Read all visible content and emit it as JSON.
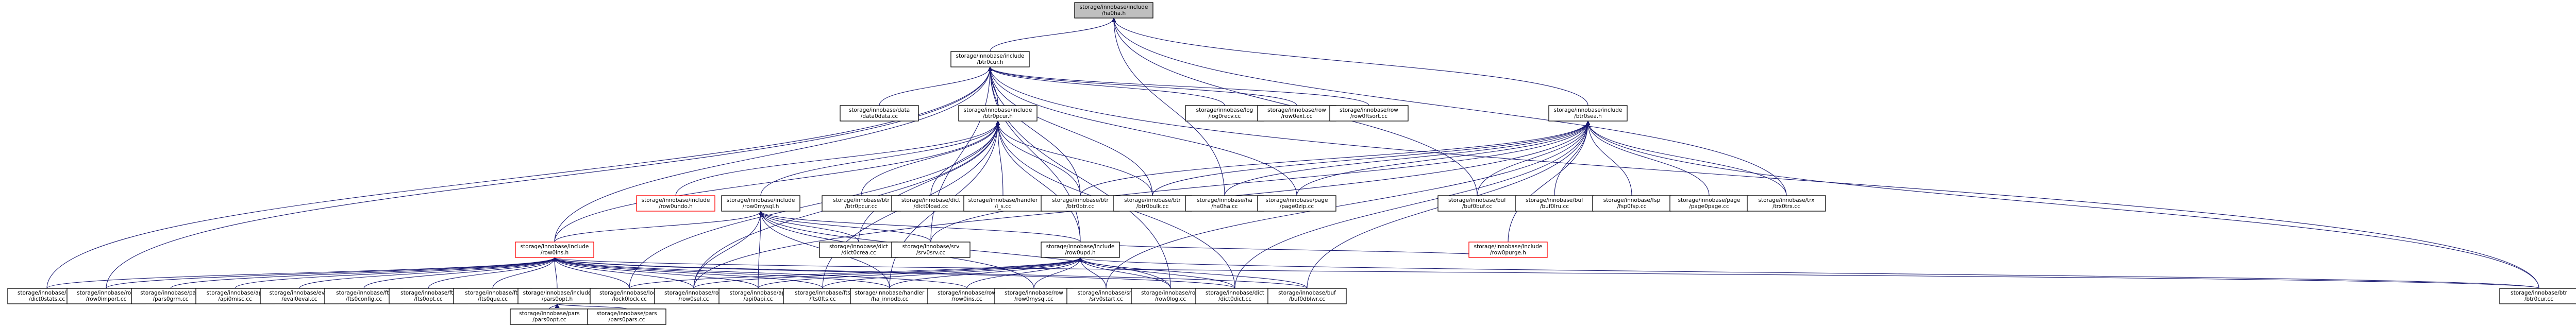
{
  "colors": {
    "edge": "#191970",
    "root_fill": "#bfbfbf",
    "node_fill": "#ffffff",
    "node_border": "#000000",
    "highlight_border": "#ff0000"
  },
  "nodes": [
    {
      "id": "hahash",
      "lines": [
        "storage/innobase/include",
        "/ha0ha.h"
      ],
      "root": true
    },
    {
      "id": "buf0buf",
      "lines": [
        "storage/innobase/include",
        "/btr0cur.h"
      ]
    },
    {
      "id": "btr0pcur",
      "lines": [
        "storage/innobase/include",
        "/btr0pcur.h"
      ]
    },
    {
      "id": "dataset",
      "lines": [
        "storage/innobase/data",
        "/data0data.cc"
      ]
    },
    {
      "id": "log0recv",
      "lines": [
        "storage/innobase/log",
        "/log0recv.cc"
      ]
    },
    {
      "id": "row0ext",
      "lines": [
        "storage/innobase/row",
        "/row0ext.cc"
      ]
    },
    {
      "id": "row0mysql_cc",
      "lines": [
        "storage/innobase/row",
        "/row0ftsort.cc"
      ]
    },
    {
      "id": "btr0sea",
      "lines": [
        "storage/innobase/include",
        "/btr0sea.h"
      ]
    },
    {
      "id": "row0undo",
      "lines": [
        "storage/innobase/include",
        "/row0undo.h"
      ],
      "red": true
    },
    {
      "id": "row0mysql_h",
      "lines": [
        "storage/innobase/include",
        "/row0mysql.h"
      ]
    },
    {
      "id": "btr0pcur_cc",
      "lines": [
        "storage/innobase/btr",
        "/btr0pcur.cc"
      ]
    },
    {
      "id": "dict0load",
      "lines": [
        "storage/innobase/dict",
        "/dict0load.cc"
      ]
    },
    {
      "id": "handler_i_s",
      "lines": [
        "storage/innobase/handler",
        "/i_s.cc"
      ]
    },
    {
      "id": "btr0btr",
      "lines": [
        "storage/innobase/btr",
        "/btr0btr.cc"
      ]
    },
    {
      "id": "btr0bulk",
      "lines": [
        "storage/innobase/btr",
        "/btr0bulk.cc"
      ]
    },
    {
      "id": "ha0ha",
      "lines": [
        "storage/innobase/ha",
        "/ha0ha.cc"
      ]
    },
    {
      "id": "page0zip",
      "lines": [
        "storage/innobase/page",
        "/page0zip.cc"
      ]
    },
    {
      "id": "buf0buf_cc",
      "lines": [
        "storage/innobase/buf",
        "/buf0buf.cc"
      ]
    },
    {
      "id": "buf0lru",
      "lines": [
        "storage/innobase/buf",
        "/buf0lru.cc"
      ]
    },
    {
      "id": "fsp0fsp",
      "lines": [
        "storage/innobase/fsp",
        "/fsp0fsp.cc"
      ]
    },
    {
      "id": "page0page",
      "lines": [
        "storage/innobase/page",
        "/page0page.cc"
      ]
    },
    {
      "id": "trx0trx",
      "lines": [
        "storage/innobase/trx",
        "/trx0trx.cc"
      ]
    },
    {
      "id": "row0ins",
      "lines": [
        "storage/innobase/include",
        "/row0ins.h"
      ],
      "red": true
    },
    {
      "id": "dict0crea",
      "lines": [
        "storage/innobase/dict",
        "/dict0crea.cc"
      ]
    },
    {
      "id": "srv0srv",
      "lines": [
        "storage/innobase/srv",
        "/srv0srv.cc"
      ]
    },
    {
      "id": "row0upd",
      "lines": [
        "storage/innobase/include",
        "/row0upd.h"
      ]
    },
    {
      "id": "row0purge",
      "lines": [
        "storage/innobase/include",
        "/row0purge.h"
      ],
      "red": true
    },
    {
      "id": "dict0stats",
      "lines": [
        "storage/innobase/dict",
        "/dict0stats.cc"
      ]
    },
    {
      "id": "row0import",
      "lines": [
        "storage/innobase/row",
        "/row0import.cc"
      ]
    },
    {
      "id": "pars0grm",
      "lines": [
        "storage/innobase/pars",
        "/pars0grm.cc"
      ]
    },
    {
      "id": "api0misc",
      "lines": [
        "storage/innobase/api",
        "/api0misc.cc"
      ]
    },
    {
      "id": "eval0eval",
      "lines": [
        "storage/innobase/eval",
        "/eval0eval.cc"
      ]
    },
    {
      "id": "fts0config",
      "lines": [
        "storage/innobase/fts",
        "/fts0config.cc"
      ]
    },
    {
      "id": "fts0opt",
      "lines": [
        "storage/innobase/fts",
        "/fts0opt.cc"
      ]
    },
    {
      "id": "fts0que",
      "lines": [
        "storage/innobase/fts",
        "/fts0que.cc"
      ]
    },
    {
      "id": "pars0opt_h",
      "lines": [
        "storage/innobase/include",
        "/pars0opt.h"
      ]
    },
    {
      "id": "lock0lock",
      "lines": [
        "storage/innobase/lock",
        "/lock0lock.cc"
      ]
    },
    {
      "id": "row0sel",
      "lines": [
        "storage/innobase/row",
        "/row0sel.cc"
      ]
    },
    {
      "id": "api0api",
      "lines": [
        "storage/innobase/api",
        "/api0api.cc"
      ]
    },
    {
      "id": "fts0fts",
      "lines": [
        "storage/innobase/fts",
        "/fts0fts.cc"
      ]
    },
    {
      "id": "ha_innodb",
      "lines": [
        "storage/innobase/handler",
        "/ha_innodb.cc"
      ]
    },
    {
      "id": "row0ins_cc",
      "lines": [
        "storage/innobase/row",
        "/row0ins.cc"
      ]
    },
    {
      "id": "row0mysql2",
      "lines": [
        "storage/innobase/row",
        "/row0mysql.cc"
      ]
    },
    {
      "id": "srv0start",
      "lines": [
        "storage/innobase/srv",
        "/srv0start.cc"
      ]
    },
    {
      "id": "row0log",
      "lines": [
        "storage/innobase/row",
        "/row0log.cc"
      ]
    },
    {
      "id": "dict0dict",
      "lines": [
        "storage/innobase/dict",
        "/dict0dict.cc"
      ]
    },
    {
      "id": "buf0dblwr",
      "lines": [
        "storage/innobase/buf",
        "/buf0dblwr.cc"
      ]
    },
    {
      "id": "btr0cur_cc",
      "lines": [
        "storage/innobase/btr",
        "/btr0cur.cc"
      ]
    },
    {
      "id": "pars0opt",
      "lines": [
        "storage/innobase/pars",
        "/pars0opt.cc"
      ]
    },
    {
      "id": "pars0pars",
      "lines": [
        "storage/innobase/pars",
        "/pars0pars.cc"
      ]
    }
  ]
}
